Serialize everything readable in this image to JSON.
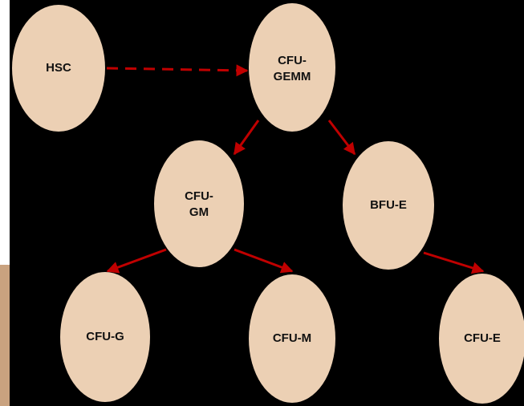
{
  "diagram": {
    "colors": {
      "background": "#000000",
      "node_fill": "#ecd0b4",
      "node_text": "#111111",
      "arrow": "#c00000",
      "photo_strip": "#c9a27f"
    },
    "nodes": {
      "hsc": {
        "lines": [
          "HSC"
        ]
      },
      "cfu_gemm": {
        "lines": [
          "CFU-",
          "GEMM"
        ]
      },
      "cfu_gm": {
        "lines": [
          "CFU-",
          "GM"
        ]
      },
      "bfu_e": {
        "lines": [
          "BFU-E"
        ]
      },
      "cfu_g": {
        "lines": [
          "CFU-G"
        ]
      },
      "cfu_m": {
        "lines": [
          "CFU-M"
        ]
      },
      "cfu_e": {
        "lines": [
          "CFU-E"
        ]
      }
    },
    "edges": [
      {
        "from": "hsc",
        "to": "cfu_gemm",
        "style": "dashed"
      },
      {
        "from": "cfu_gemm",
        "to": "cfu_gm",
        "style": "solid"
      },
      {
        "from": "cfu_gemm",
        "to": "bfu_e",
        "style": "solid"
      },
      {
        "from": "cfu_gm",
        "to": "cfu_g",
        "style": "solid"
      },
      {
        "from": "cfu_gm",
        "to": "cfu_m",
        "style": "solid"
      },
      {
        "from": "bfu_e",
        "to": "cfu_e",
        "style": "solid"
      }
    ]
  }
}
